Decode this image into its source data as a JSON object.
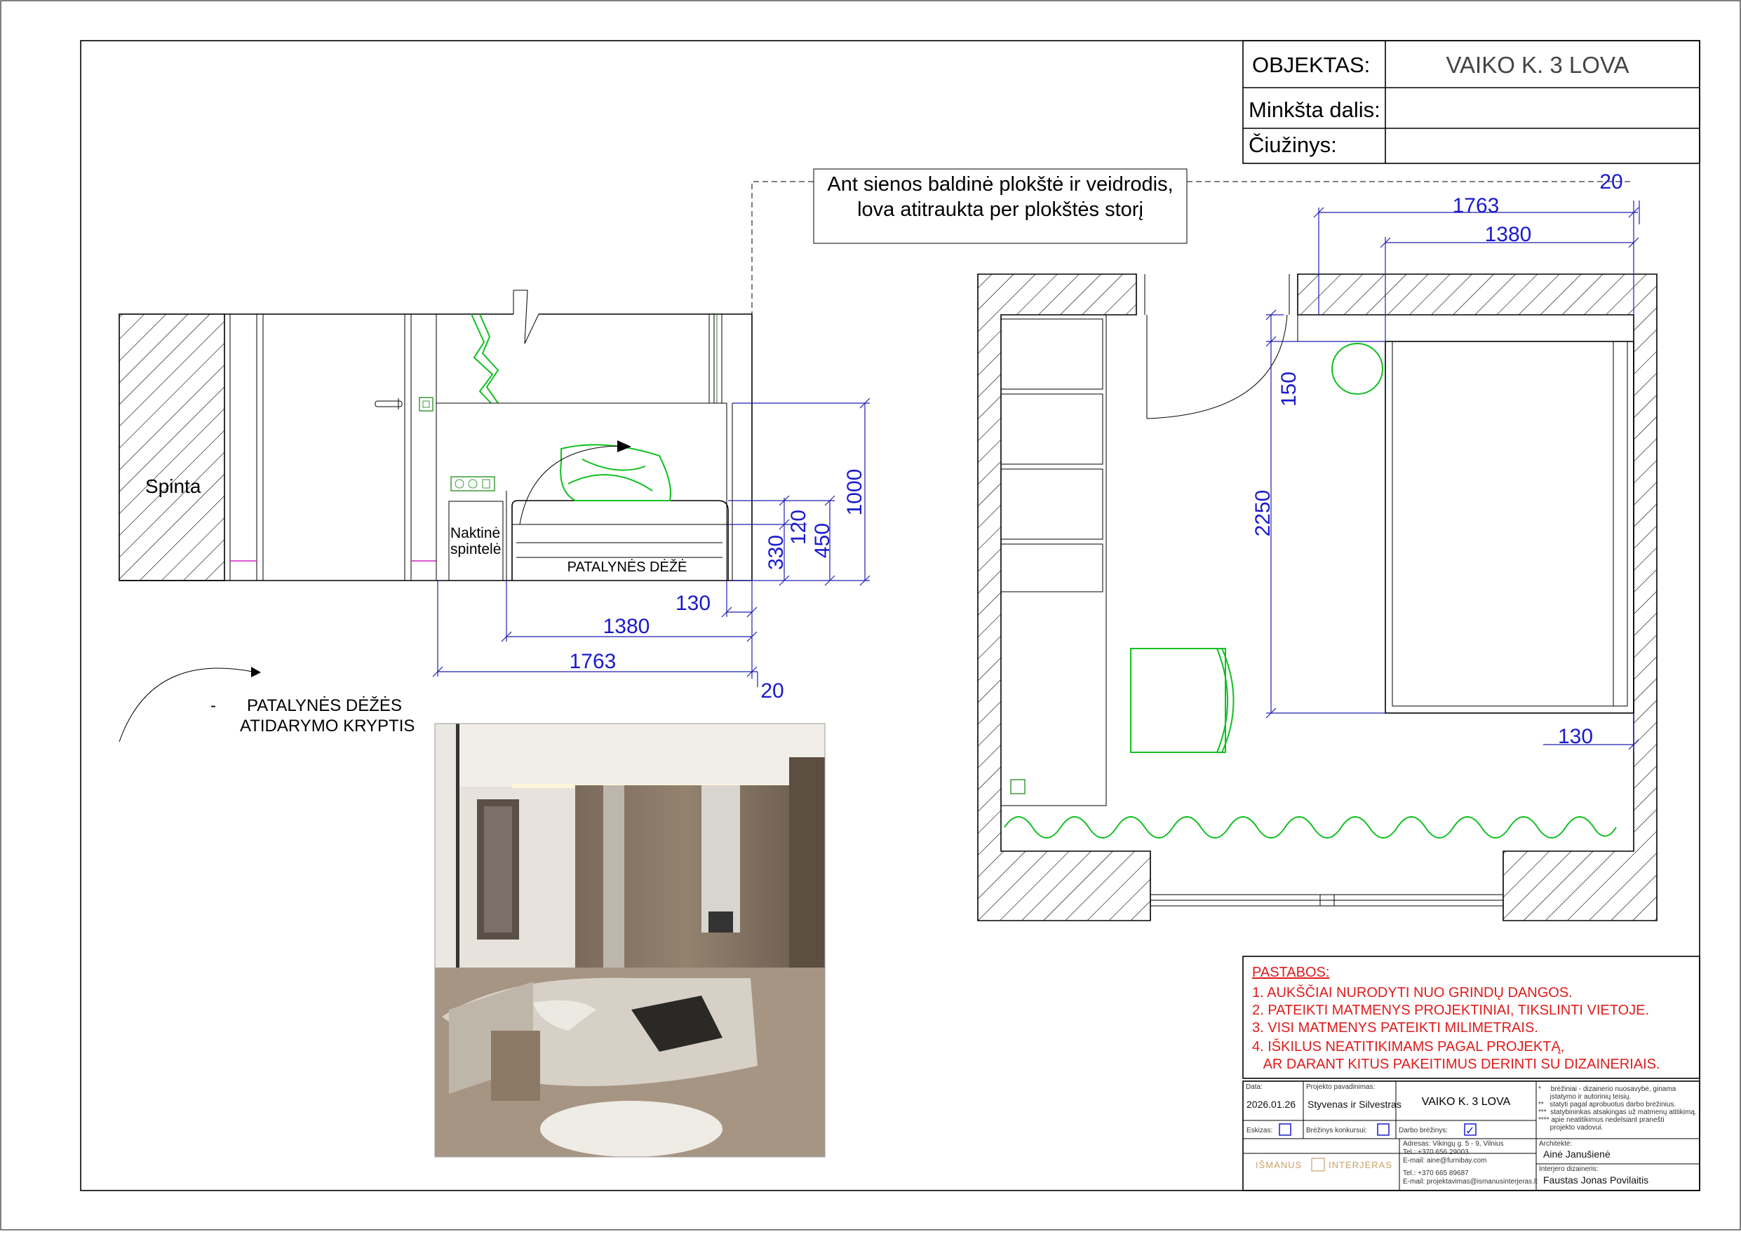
{
  "title_block": {
    "objektas_label": "OBJEKTAS:",
    "objektas_value": "VAIKO K. 3 LOVA",
    "minksta_label": "Minkšta dalis:",
    "ciuzinys_label": "Čiužinys:"
  },
  "callout": {
    "line1": "Ant sienos baldinė plokštė ir veidrodis,",
    "line2": "lova atitraukta per plokštės storį"
  },
  "elevation": {
    "spinta": "Spinta",
    "naktine1": "Naktinė",
    "naktine2": "spintelė",
    "patalynes_deze": "PATALYNĖS DĖŽĖ",
    "dims": {
      "d1000": "1000",
      "d450": "450",
      "d330": "330",
      "d120": "120",
      "d130": "130",
      "d1380": "1380",
      "d1763": "1763",
      "d20": "20"
    }
  },
  "legend": {
    "dash": "-",
    "line1": "PATALYNĖS DĖŽĖS",
    "line2": "ATIDARYMO KRYPTIS"
  },
  "plan": {
    "dims": {
      "d20": "20",
      "d1763": "1763",
      "d1380": "1380",
      "d150": "150",
      "d2250": "2250",
      "d130": "130"
    }
  },
  "notes": {
    "heading": "PASTABOS:",
    "items": [
      "1. AUKŠČIAI NURODYTI NUO GRINDŲ DANGOS.",
      "2. PATEIKTI MATMENYS PROJEKTINIAI, TIKSLINTI VIETOJE.",
      "3. VISI MATMENYS PATEIKTI MILIMETRAIS.",
      "4. IŠKILUS NEATITIKIMAMS PAGAL PROJEKTĄ,",
      "   AR DARANT KITUS PAKEITIMUS DERINTI SU DIZAINERIAIS."
    ]
  },
  "footer": {
    "data_label": "Data:",
    "data_value": "2026.01.26",
    "projekto_label": "Projekto pavadinimas:",
    "projekto_value": "Styvenas ir Silvestras",
    "sheet_title": "VAIKO K. 3 LOVA",
    "eskizas": "Eskizas:",
    "brezinys_konkursui": "Brėžinys konkursui:",
    "darbo_brezinys": "Darbo brėžinys:",
    "checkmark": "✓",
    "logo_left": "IŠMANUS",
    "logo_right": "INTERJERAS",
    "address_lines": [
      "Adresas: Vikingų g. 5 - 9, Vilnius",
      "Tel.: +370 656 29003",
      "E-mail: aine@furnibay.com",
      "Tel.: +370 665 89687",
      "E-mail: projektavimas@ismanusinterjeras.lt"
    ],
    "disclaimer_lines": [
      "*     brėžiniai - dizainerio nuosavybė, ginama",
      "      įstatymo ir autorinių teisių.",
      "**   statyti pagal aprobuotus darbo brėžinius.",
      "***  statybininkas atsakingas už matmenų atitikimą.",
      "**** apie neatitikimus nedelsiant pranešti",
      "      projekto vadovui."
    ],
    "architektas_label": "Architektė:",
    "architektas_value": "Ainė Janušienė",
    "dizaineris_label": "Interjero dizaineris:",
    "dizaineris_value": "Faustas Jonas Povilaitis"
  }
}
